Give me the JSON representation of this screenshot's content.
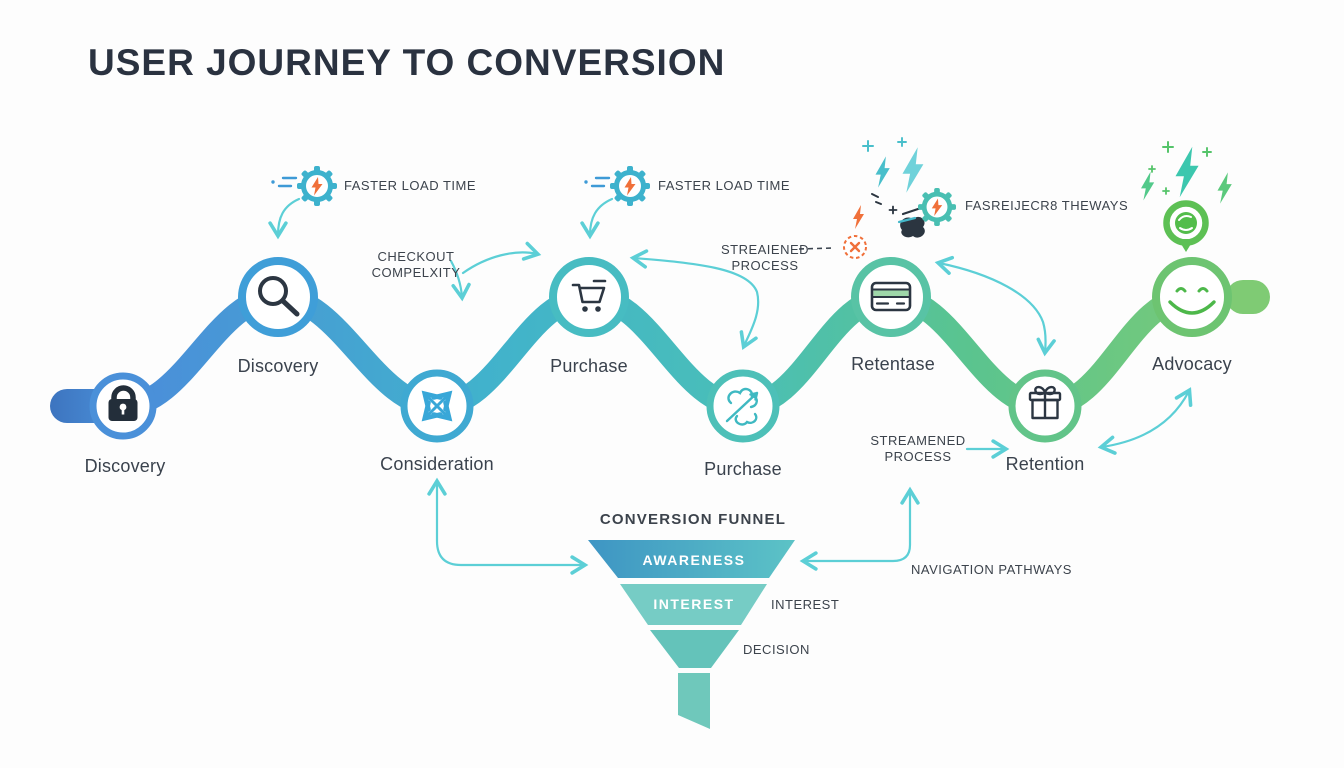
{
  "title": "USER JOURNEY TO CONVERSION",
  "stages": {
    "discovery_start": "Discovery",
    "discovery_peak": "Discovery",
    "consideration": "Consideration",
    "purchase_peak": "Purchase",
    "purchase_valley": "Purchase",
    "retentase": "Retentase",
    "retention": "Retention",
    "advocacy": "Advocacy"
  },
  "stage_icons": [
    {
      "stage": "discovery_start",
      "icon": "lock-icon"
    },
    {
      "stage": "discovery_peak",
      "icon": "magnifier-icon"
    },
    {
      "stage": "consideration",
      "icon": "expand-arrows-icon"
    },
    {
      "stage": "purchase_peak",
      "icon": "cart-icon"
    },
    {
      "stage": "purchase_valley",
      "icon": "scribble-link-icon"
    },
    {
      "stage": "retentase",
      "icon": "credit-card-icon"
    },
    {
      "stage": "retention",
      "icon": "gift-icon"
    },
    {
      "stage": "advocacy",
      "icon": "smiley-icon"
    }
  ],
  "annotations": {
    "faster_load_time_1": "FASTER LOAD TIME",
    "faster_load_time_2": "FASTER LOAD TIME",
    "checkout_line1": "CHECKOUT",
    "checkout_line2": "COMPELXITY",
    "streaiened_line1": "STREAIENED",
    "streaiened_line2": "PROCESS",
    "fasreijecr": "FASREIJECR8 THEWAYS",
    "streamened_line1": "STREAMENED",
    "streamened_line2": "PROCESS",
    "navigation_pathways": "NAVIGATION PATHWAYS"
  },
  "funnel": {
    "title": "CONVERSION FUNNEL",
    "band1": "AWARENESS",
    "band2": "INTEREST",
    "side_interest": "INTEREST",
    "side_decision": "DECISION"
  },
  "colors": {
    "path_blue": "#4a90d9",
    "path_teal": "#45b8c6",
    "path_green": "#7cc879",
    "arrow_teal": "#5ccfd6",
    "accent_orange": "#f0703a",
    "icon_navy": "#2c3642",
    "text_dark": "#3c434c",
    "funnel_band1": "#459fc6",
    "funnel_band2": "#76ccc5",
    "funnel_band3": "#64c3ba"
  }
}
